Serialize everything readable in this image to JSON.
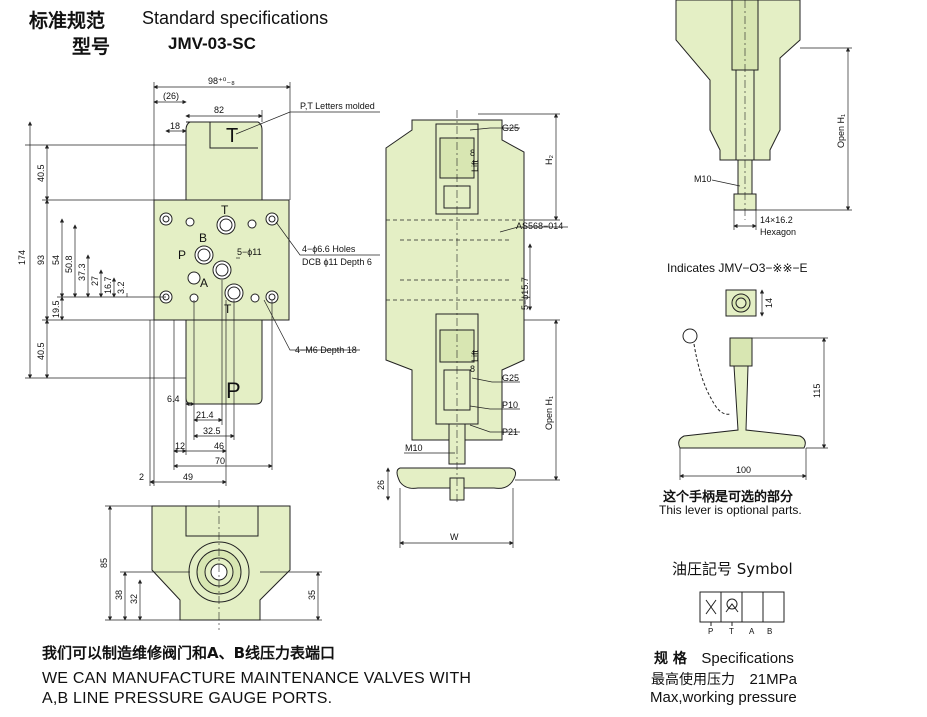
{
  "header": {
    "title_cn": "标准规范",
    "title_en": "Standard specifications",
    "model_label_cn": "型号",
    "model": "JMV-03-SC"
  },
  "colors": {
    "body_fill": "#e4efc5",
    "line": "#222222",
    "background": "#ffffff"
  },
  "front_view": {
    "dims": {
      "overall_width": "98⁺⁰₋₈",
      "d26": "(26)",
      "d82": "82",
      "d18": "18",
      "d174": "174",
      "d40_5_top": "40.5",
      "d93": "93",
      "d54": "54",
      "d50_8": "50.8",
      "d37_3": "37.3",
      "d27": "27",
      "d16_7": "16.7",
      "d3_2": "3.2",
      "d19_5": "19.5",
      "d40_5_bottom": "40.5",
      "d6_4": "6.4",
      "d21_4": "21.4",
      "d32_5": "32.5",
      "d12": "12",
      "d46": "46",
      "d70": "70",
      "d2": "2",
      "d49": "49"
    },
    "port_labels": {
      "T_top": "T",
      "B": "B",
      "P": "P",
      "A": "A",
      "T_bottom": "T",
      "P_big": "P",
      "T_letter": "T"
    },
    "callouts": {
      "letters_molded": "P,T Letters molded",
      "holes_line1": "4−ϕ6.6 Holes",
      "holes_line2": "DCB ϕ11 Depth 6",
      "ports": "5−ϕ11",
      "threads": "4−M6 Depth 18"
    }
  },
  "side_view": {
    "labels": {
      "g25_top": "G25",
      "h2": "H₂",
      "lift_top": "Lift",
      "d8_top": "8",
      "as568": "AS568−014",
      "d15_7": "5−ϕ15.7",
      "lift_bottom": "Lift",
      "d8_bottom": "8",
      "g25_bottom": "G25",
      "p10": "P10",
      "p21": "P21",
      "open_h1": "Open H₁",
      "m10": "M10",
      "d26": "26",
      "w": "W"
    }
  },
  "bottom_view": {
    "dims": {
      "d85": "85",
      "d38": "38",
      "d32": "32",
      "d35": "35"
    }
  },
  "detail_top_right": {
    "open_h1": "Open H₁",
    "m10": "M10",
    "hexagon_size": "14×16.2",
    "hexagon": "Hexagon"
  },
  "indicates": {
    "text": "Indicates JMV−O3−※※−E",
    "d14": "14"
  },
  "lever": {
    "d115": "115",
    "d100": "100",
    "note_cn": "这个手柄是可选的部分",
    "note_en": "This lever is optional parts."
  },
  "symbol": {
    "title": "油圧記号 Symbol",
    "ports": [
      "P",
      "T",
      "A",
      "B"
    ]
  },
  "notes": {
    "cn": "我们可以制造维修阀门和A、B线压力表端口",
    "en_line1": "WE CAN MANUFACTURE MAINTENANCE VALVES WITH",
    "en_line2": "A,B LINE PRESSURE GAUGE PORTS."
  },
  "specs": {
    "label_cn": "规 格",
    "label_en": "Specifications",
    "pressure_cn": "最高使用压力",
    "pressure_value": "21MPa",
    "pressure_en": "Max,working pressure"
  }
}
